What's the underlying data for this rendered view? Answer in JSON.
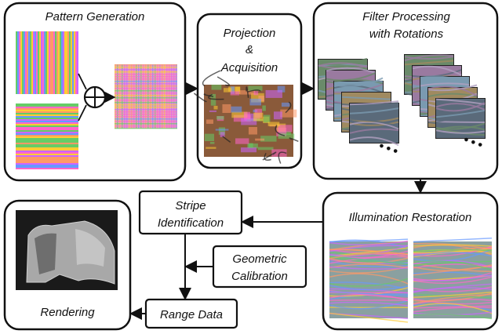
{
  "blocks": {
    "pattern_generation": {
      "title": "Pattern Generation"
    },
    "projection": {
      "line1": "Projection",
      "line2": "&",
      "line3": "Acquisition"
    },
    "filter": {
      "line1": "Filter Processing",
      "line2": "with Rotations"
    },
    "illumination": {
      "title": "Illumination Restoration"
    },
    "stripe": {
      "line1": "Stripe",
      "line2": "Identification"
    },
    "calibration": {
      "line1": "Geometric",
      "line2": "Calibration"
    },
    "range": {
      "title": "Range Data"
    },
    "rendering": {
      "title": "Rendering"
    }
  },
  "combine_symbol": "⊕",
  "ellipsis_dots": "•••",
  "colors": {
    "border": "#111111",
    "text": "#111111",
    "stripe_palette": [
      "#ff66cc",
      "#ffcc33",
      "#66cc66",
      "#6699ff",
      "#cc66ff",
      "#ff9966"
    ],
    "texture_palette": [
      "#6a8a6a",
      "#9a7aa0",
      "#7a9ab0",
      "#a08a60",
      "#5a6a7a",
      "#b0a0c0"
    ]
  }
}
